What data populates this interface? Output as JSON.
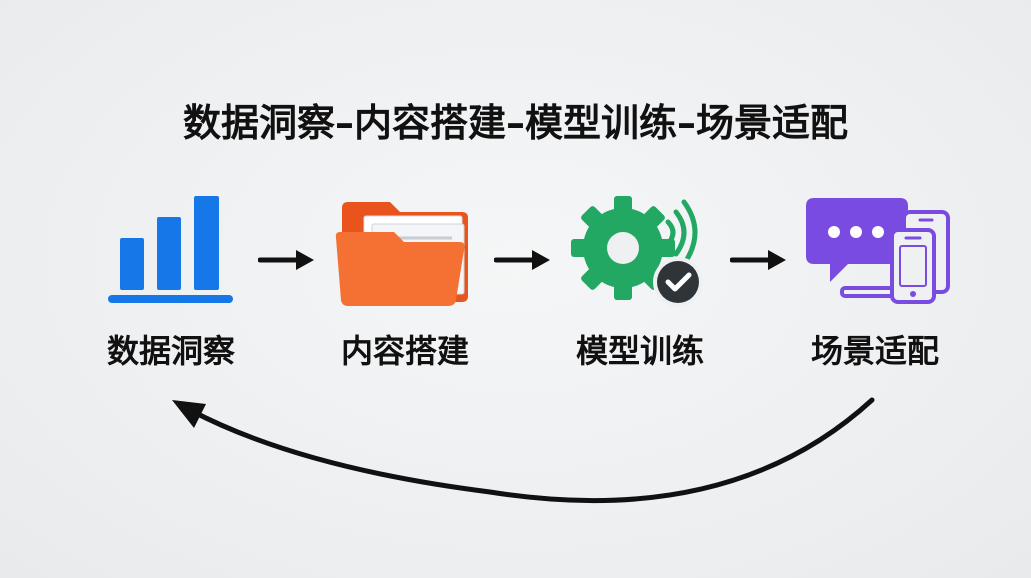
{
  "diagram": {
    "title": "数据洞察–内容搭建–模型训练–场景适配",
    "stages": [
      {
        "label": "数据洞察",
        "icon": "bar-chart-icon"
      },
      {
        "label": "内容搭建",
        "icon": "folder-icon"
      },
      {
        "label": "模型训练",
        "icon": "gear-check-icon"
      },
      {
        "label": "场景适配",
        "icon": "devices-chat-icon"
      }
    ],
    "colors": {
      "chart_blue": "#1677e8",
      "folder_orange": "#f2682c",
      "gear_green": "#22a863",
      "device_purple": "#7a4be0",
      "arrow": "#111111",
      "text": "#111111"
    }
  }
}
